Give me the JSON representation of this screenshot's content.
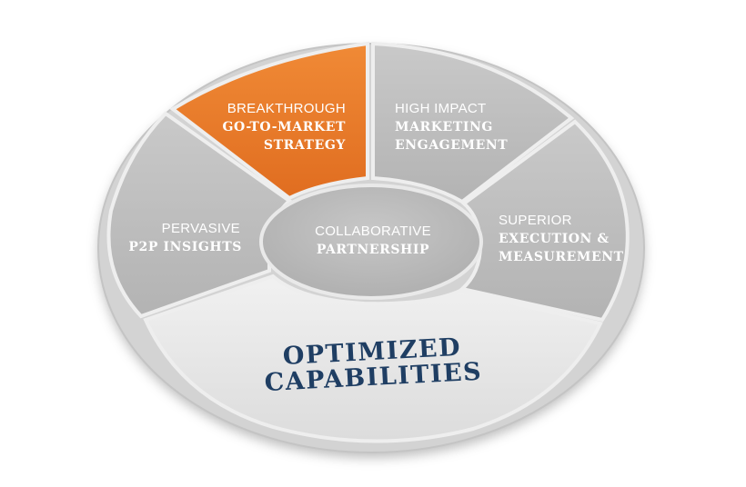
{
  "diagram": {
    "center": {
      "line1": "COLLABORATIVE",
      "line2": "PARTNERSHIP"
    },
    "segments": {
      "breakthrough": {
        "line1": "BREAKTHROUGH",
        "line2": "GO-TO-MARKET",
        "line3": "STRATEGY"
      },
      "high_impact": {
        "line1": "HIGH IMPACT",
        "line2": "MARKETING",
        "line3": "ENGAGEMENT"
      },
      "superior": {
        "line1": "SUPERIOR",
        "line2": "EXECUTION &",
        "line3": "MEASUREMENT"
      },
      "pervasive": {
        "line1": "PERVASIVE",
        "line2": "P2P INSIGHTS"
      },
      "optimized": {
        "line1": "OPTIMIZED",
        "line2": "CAPABILITIES"
      }
    },
    "colors": {
      "segment_gray": "#bdbdbd",
      "highlight_orange": "#ea7a2b",
      "bottom_band": "#e6e6e6",
      "outer_ring": "#d0d0d0",
      "navy_text": "#1f3e63"
    }
  }
}
